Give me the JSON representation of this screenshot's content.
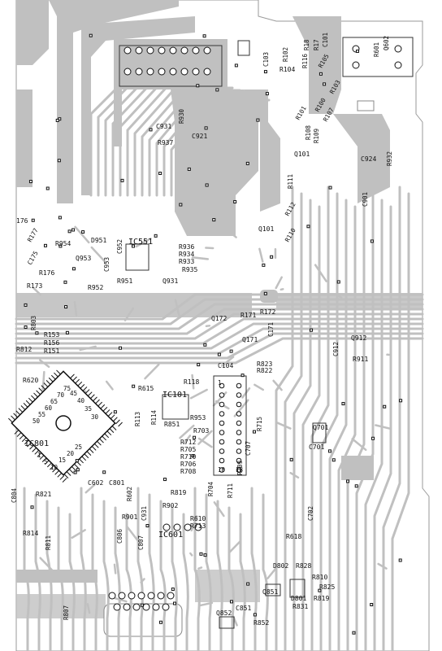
{
  "colors": {
    "copper": "#c0c0c0",
    "background": "#ffffff",
    "ink": "#111111",
    "pad": "#ffffff"
  },
  "ic_labels": {
    "ic801": "IC801",
    "ic101": "IC101",
    "ic551": "IC551",
    "ic601": "IC601"
  },
  "pin_numbers": {
    "ic801": [
      "50",
      "55",
      "60",
      "65",
      "70",
      "75",
      "1",
      "5",
      "10",
      "15",
      "20",
      "25",
      "45",
      "40",
      "35",
      "30"
    ],
    "connector": [
      "1",
      "10",
      "18"
    ]
  },
  "components": [
    {
      "id": "c101",
      "label": "C101"
    },
    {
      "id": "r17",
      "label": "R17"
    },
    {
      "id": "r18",
      "label": "R18"
    },
    {
      "id": "c103",
      "label": "C103"
    },
    {
      "id": "r102",
      "label": "R102"
    },
    {
      "id": "r104",
      "label": "R104"
    },
    {
      "id": "r116",
      "label": "R116"
    },
    {
      "id": "r105",
      "label": "R105"
    },
    {
      "id": "r103",
      "label": "R103"
    },
    {
      "id": "r601",
      "label": "R601"
    },
    {
      "id": "q602",
      "label": "Q602"
    },
    {
      "id": "c931",
      "label": "C931"
    },
    {
      "id": "r930",
      "label": "R930"
    },
    {
      "id": "c921",
      "label": "C921"
    },
    {
      "id": "r937",
      "label": "R937"
    },
    {
      "id": "r101",
      "label": "R101"
    },
    {
      "id": "r100",
      "label": "R100"
    },
    {
      "id": "r107",
      "label": "R107"
    },
    {
      "id": "r108",
      "label": "R108"
    },
    {
      "id": "r109",
      "label": "R109"
    },
    {
      "id": "q101",
      "label": "Q101"
    },
    {
      "id": "c924",
      "label": "C924"
    },
    {
      "id": "r932",
      "label": "R932"
    },
    {
      "id": "c901",
      "label": "C901"
    },
    {
      "id": "r111",
      "label": "R111"
    },
    {
      "id": "r112",
      "label": "R112"
    },
    {
      "id": "q101b",
      "label": "Q101"
    },
    {
      "id": "r110",
      "label": "R110"
    },
    {
      "id": "c176",
      "label": "176"
    },
    {
      "id": "r177",
      "label": "R177"
    },
    {
      "id": "c175",
      "label": "C175"
    },
    {
      "id": "r954",
      "label": "R954"
    },
    {
      "id": "q953",
      "label": "Q953"
    },
    {
      "id": "d951",
      "label": "D951"
    },
    {
      "id": "c952",
      "label": "C952"
    },
    {
      "id": "c953",
      "label": "C953"
    },
    {
      "id": "ic551",
      "label": "IC551"
    },
    {
      "id": "r936",
      "label": "R936"
    },
    {
      "id": "r934",
      "label": "R934"
    },
    {
      "id": "r933",
      "label": "R933"
    },
    {
      "id": "r935",
      "label": "R935"
    },
    {
      "id": "q931",
      "label": "Q931"
    },
    {
      "id": "r176",
      "label": "R176"
    },
    {
      "id": "r173",
      "label": "R173"
    },
    {
      "id": "r952",
      "label": "R952"
    },
    {
      "id": "r951",
      "label": "R951"
    },
    {
      "id": "q172",
      "label": "Q172"
    },
    {
      "id": "r171",
      "label": "R171"
    },
    {
      "id": "r172",
      "label": "R172"
    },
    {
      "id": "q171",
      "label": "Q171"
    },
    {
      "id": "c171",
      "label": "C171"
    },
    {
      "id": "q912",
      "label": "Q912"
    },
    {
      "id": "c912",
      "label": "C912"
    },
    {
      "id": "r911",
      "label": "R911"
    },
    {
      "id": "r803",
      "label": "R803"
    },
    {
      "id": "r153",
      "label": "R153"
    },
    {
      "id": "r156",
      "label": "R156"
    },
    {
      "id": "r151",
      "label": "R151"
    },
    {
      "id": "r812",
      "label": "R812"
    },
    {
      "id": "c104",
      "label": "C104"
    },
    {
      "id": "r823",
      "label": "R823"
    },
    {
      "id": "r822",
      "label": "R822"
    },
    {
      "id": "r620",
      "label": "R620"
    },
    {
      "id": "r615",
      "label": "R615"
    },
    {
      "id": "r118",
      "label": "R118"
    },
    {
      "id": "ic101",
      "label": "IC101"
    },
    {
      "id": "r113",
      "label": "R113"
    },
    {
      "id": "r114",
      "label": "R114"
    },
    {
      "id": "r851",
      "label": "R851"
    },
    {
      "id": "r953",
      "label": "R953"
    },
    {
      "id": "r703",
      "label": "R703"
    },
    {
      "id": "r712",
      "label": "R712"
    },
    {
      "id": "r705",
      "label": "R705"
    },
    {
      "id": "r710",
      "label": "R710"
    },
    {
      "id": "r706",
      "label": "R706"
    },
    {
      "id": "r708",
      "label": "R708"
    },
    {
      "id": "c707",
      "label": "C707"
    },
    {
      "id": "r709",
      "label": "R709"
    },
    {
      "id": "r715",
      "label": "R715"
    },
    {
      "id": "q701",
      "label": "Q701"
    },
    {
      "id": "c701",
      "label": "C701"
    },
    {
      "id": "ic801",
      "label": "IC801"
    },
    {
      "id": "c602",
      "label": "C602"
    },
    {
      "id": "c801",
      "label": "C801"
    },
    {
      "id": "r602",
      "label": "R602"
    },
    {
      "id": "r821",
      "label": "R821"
    },
    {
      "id": "c804",
      "label": "C804"
    },
    {
      "id": "r819",
      "label": "R819"
    },
    {
      "id": "r704",
      "label": "R704"
    },
    {
      "id": "r711",
      "label": "R711"
    },
    {
      "id": "c702",
      "label": "C702"
    },
    {
      "id": "r902",
      "label": "R902"
    },
    {
      "id": "r901",
      "label": "R901"
    },
    {
      "id": "c931b",
      "label": "C931"
    },
    {
      "id": "r610",
      "label": "R610"
    },
    {
      "id": "r713",
      "label": "R713"
    },
    {
      "id": "c806",
      "label": "C806"
    },
    {
      "id": "c807",
      "label": "C807"
    },
    {
      "id": "ic601",
      "label": "IC601"
    },
    {
      "id": "r814",
      "label": "R814"
    },
    {
      "id": "r811",
      "label": "R811"
    },
    {
      "id": "r618",
      "label": "R618"
    },
    {
      "id": "d802",
      "label": "D802"
    },
    {
      "id": "r828",
      "label": "R828"
    },
    {
      "id": "r810",
      "label": "R810"
    },
    {
      "id": "q851",
      "label": "Q851"
    },
    {
      "id": "d801",
      "label": "D801"
    },
    {
      "id": "r825",
      "label": "R825"
    },
    {
      "id": "r819b",
      "label": "R819"
    },
    {
      "id": "r831",
      "label": "R831"
    },
    {
      "id": "r807",
      "label": "R807"
    },
    {
      "id": "q852",
      "label": "Q852"
    },
    {
      "id": "c851",
      "label": "C851"
    },
    {
      "id": "r852",
      "label": "R852"
    }
  ]
}
